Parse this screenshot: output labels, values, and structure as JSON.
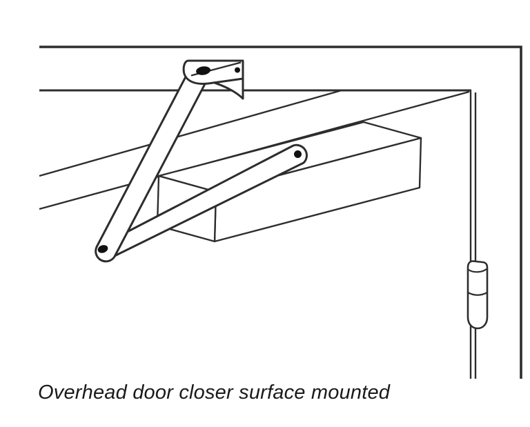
{
  "figure": {
    "caption": "Overhead door closer surface mounted",
    "colors": {
      "stroke": "#2d2d2d",
      "fill": "#ffffff",
      "dot": "#111111",
      "text": "#1a1a1a",
      "background": "#ffffff"
    },
    "components": {
      "wall_outline": "wall / frame outer corner",
      "frame_header": "door frame header soffit line",
      "door_top_far_edge": "far top edge of open door",
      "door_top_near_edge": "near top edge of open door",
      "door_hinge_edge": "door hinge-stile edge",
      "closer_body": "surface-mounted closer body",
      "main_arm": "closer main arm",
      "forearm": "closer forearm",
      "bracket": "soffit shoe bracket",
      "hinge": "butt hinge barrel",
      "pivots": "arm pivot points"
    }
  }
}
